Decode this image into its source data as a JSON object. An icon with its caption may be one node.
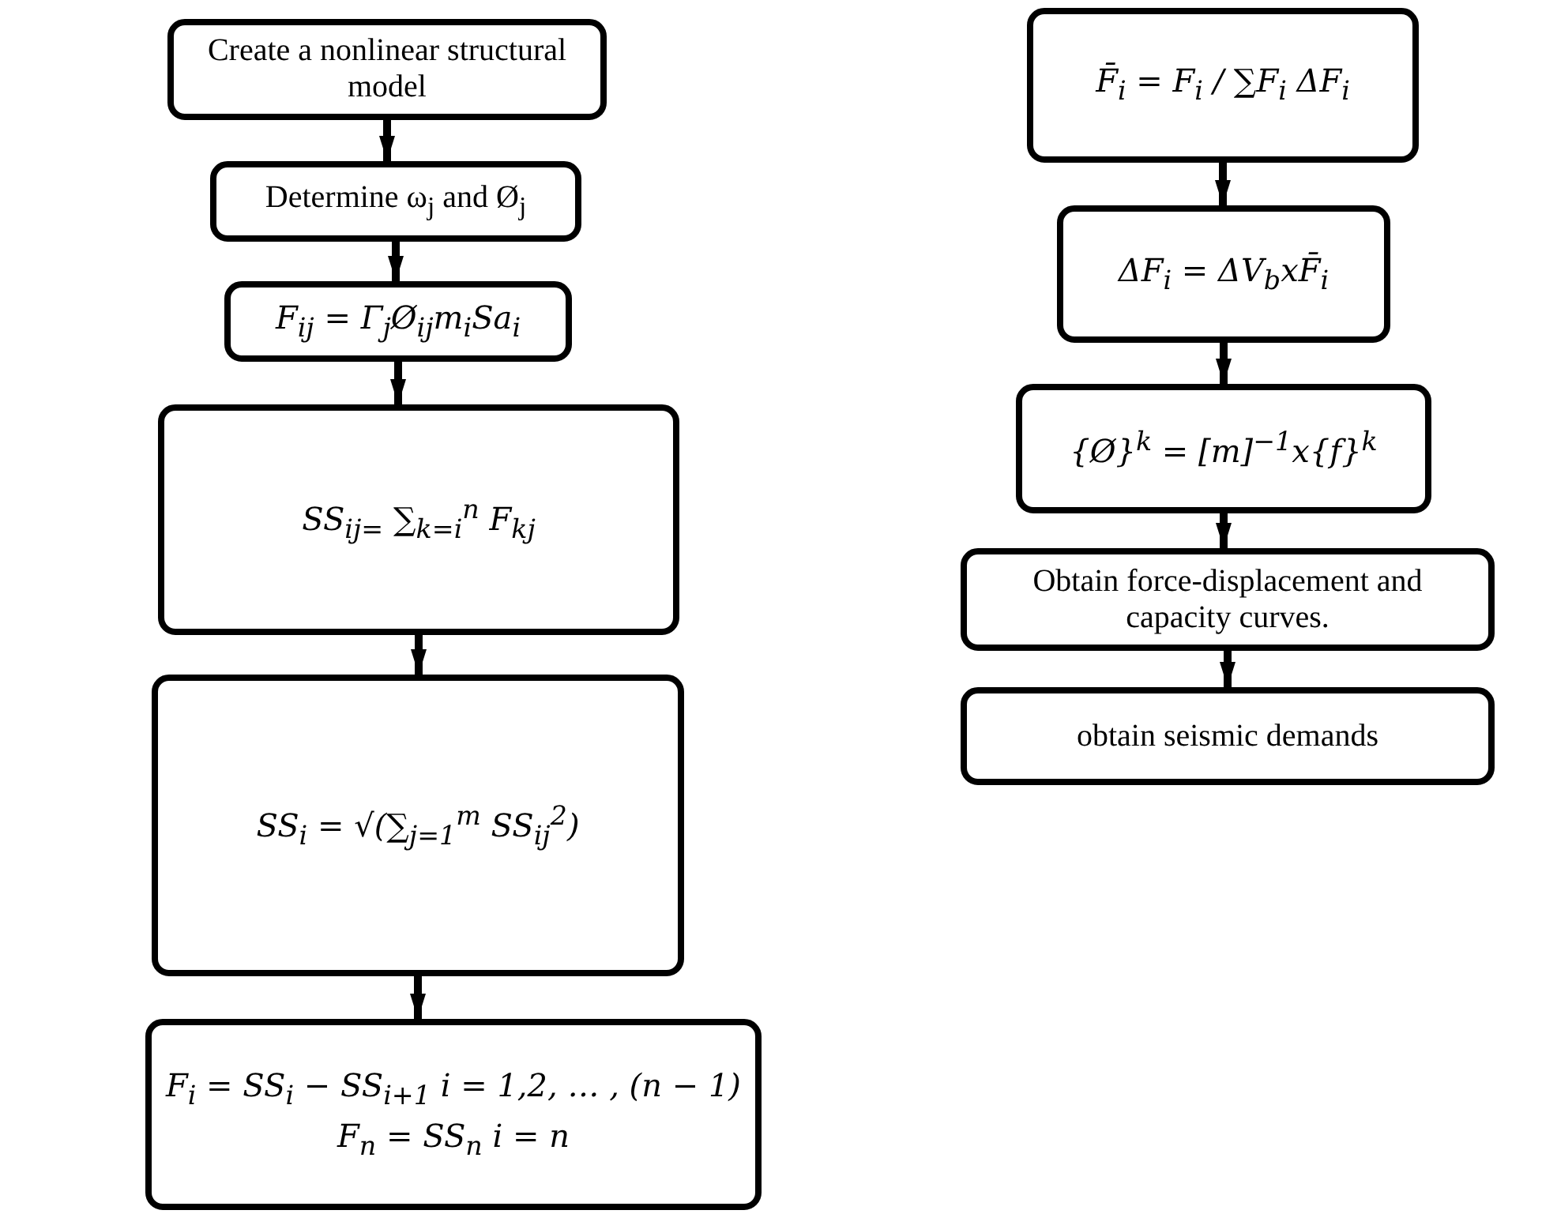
{
  "diagram": {
    "nodes": [
      {
        "text": [
          "Create a nonlinear structural model"
        ]
      },
      {
        "text": [
          "Determine  ω$_{j}$ and Ø$_{j}$"
        ]
      },
      {
        "text": [
          "F$_{ij}$ = Γ$_{j}$Ø$_{ij}$m$_{i}$Sa$_{i}$"
        ]
      },
      {
        "text": [
          "SS$_{ij=}$ ∑$_{k=i}$$^{n}$ F$_{kj}$"
        ]
      },
      {
        "text": [
          "SS$_{i}$ = √(∑$_{j=1}$$^{m}$ SS$_{ij}$$^{2}$)"
        ]
      },
      {
        "text": [
          "F$_{i}$ = SS$_{i}$ − SS$_{i+1}$  i = 1,2, … , (n − 1)",
          "F$_{n}$ = SS$_{n}$  i = n"
        ]
      },
      {
        "text": [
          "F̄$_{i}$ = F$_{i}$ / ∑F$_{i}$ ΔF$_{i}$"
        ]
      },
      {
        "text": [
          "ΔF$_{i}$ = ΔV$_{b}$xF̄$_{i}$"
        ]
      },
      {
        "text": [
          "{Ø}$^{k}$ = [m]$^{−1}$x{f}$^{k}$"
        ]
      },
      {
        "text": [
          "Obtain force-displacement and capacity curves."
        ]
      },
      {
        "text": [
          "obtain seismic demands"
        ]
      }
    ],
    "edges": [
      {
        "from": 0,
        "to": 1,
        "arrow": "to"
      },
      {
        "from": 1,
        "to": 2,
        "arrow": "to"
      },
      {
        "from": 2,
        "to": 3,
        "arrow": "to"
      },
      {
        "from": 3,
        "to": 4,
        "arrow": "to"
      },
      {
        "from": 4,
        "to": 5,
        "arrow": "to"
      },
      {
        "from": 6,
        "to": 7,
        "arrow": "to"
      },
      {
        "from": 7,
        "to": 8,
        "arrow": "to"
      },
      {
        "from": 8,
        "to": 9,
        "arrow": "to"
      },
      {
        "from": 9,
        "to": 10,
        "arrow": "to"
      }
    ]
  }
}
